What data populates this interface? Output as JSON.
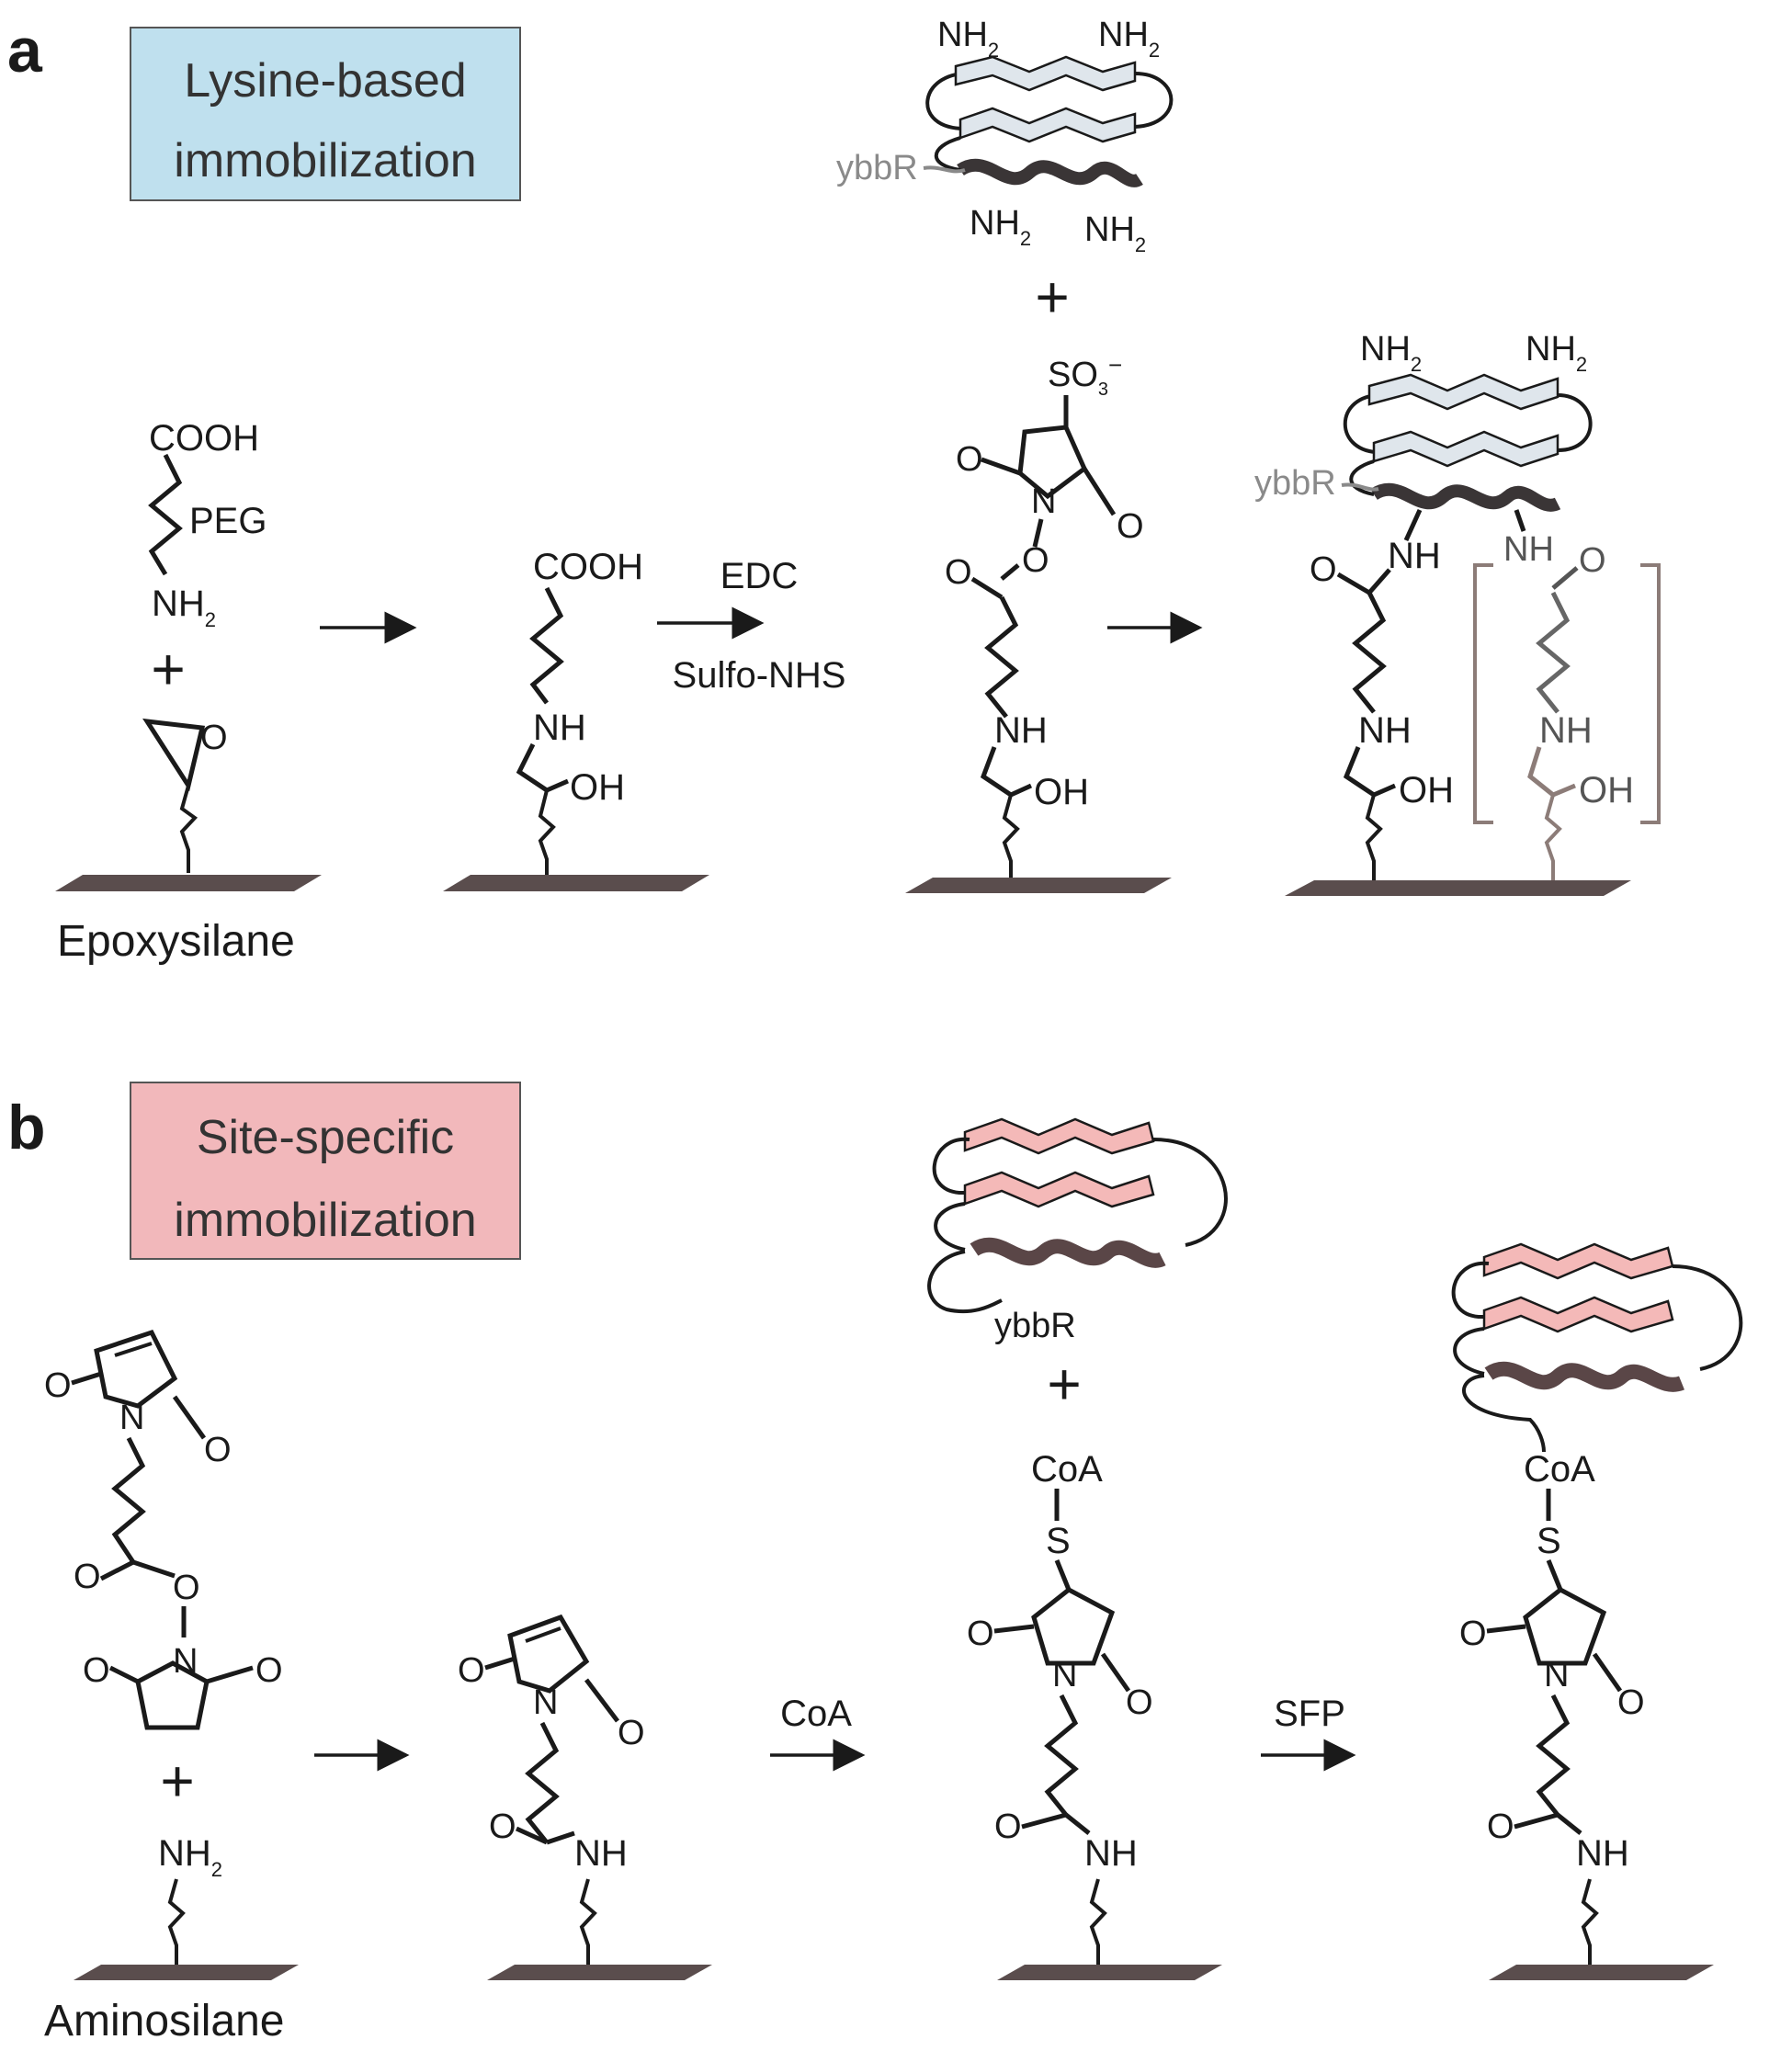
{
  "colors": {
    "ink": "#1a1a1a",
    "surface": "#5a4d4d",
    "lysine_box": "#bfe0ee",
    "site_box": "#f2b8bb",
    "strand_light": "#dfe6ec",
    "strand_dark": "#3a3536",
    "strand_pink": "#f4b9b8",
    "strand_pink_dark": "#5a4647",
    "grey_label": "#8a8a8a",
    "bracket": "#8c7c78"
  },
  "panel_a": {
    "letter": "a",
    "box_line1": "Lysine-based",
    "box_line2": "immobilization",
    "substrate": "Epoxysilane",
    "cooh": "COOH",
    "peg": "PEG",
    "nh2": "NH",
    "sub2": "2",
    "o": "O",
    "nh": "NH",
    "oh": "OH",
    "ybbr": "ybbR",
    "so3": "SO",
    "sub3": "3",
    "minus": "−",
    "n": "N",
    "reagent1": "EDC",
    "reagent2": "Sulfo-NHS",
    "plus": "+"
  },
  "panel_b": {
    "letter": "b",
    "box_line1": "Site-specific",
    "box_line2": "immobilization",
    "substrate": "Aminosilane",
    "nh2": "NH",
    "sub2": "2",
    "o": "O",
    "n": "N",
    "nh": "NH",
    "s": "S",
    "coa": "CoA",
    "ybbr": "ybbR",
    "reagent_coa": "CoA",
    "reagent_sfp": "SFP",
    "plus": "+"
  }
}
